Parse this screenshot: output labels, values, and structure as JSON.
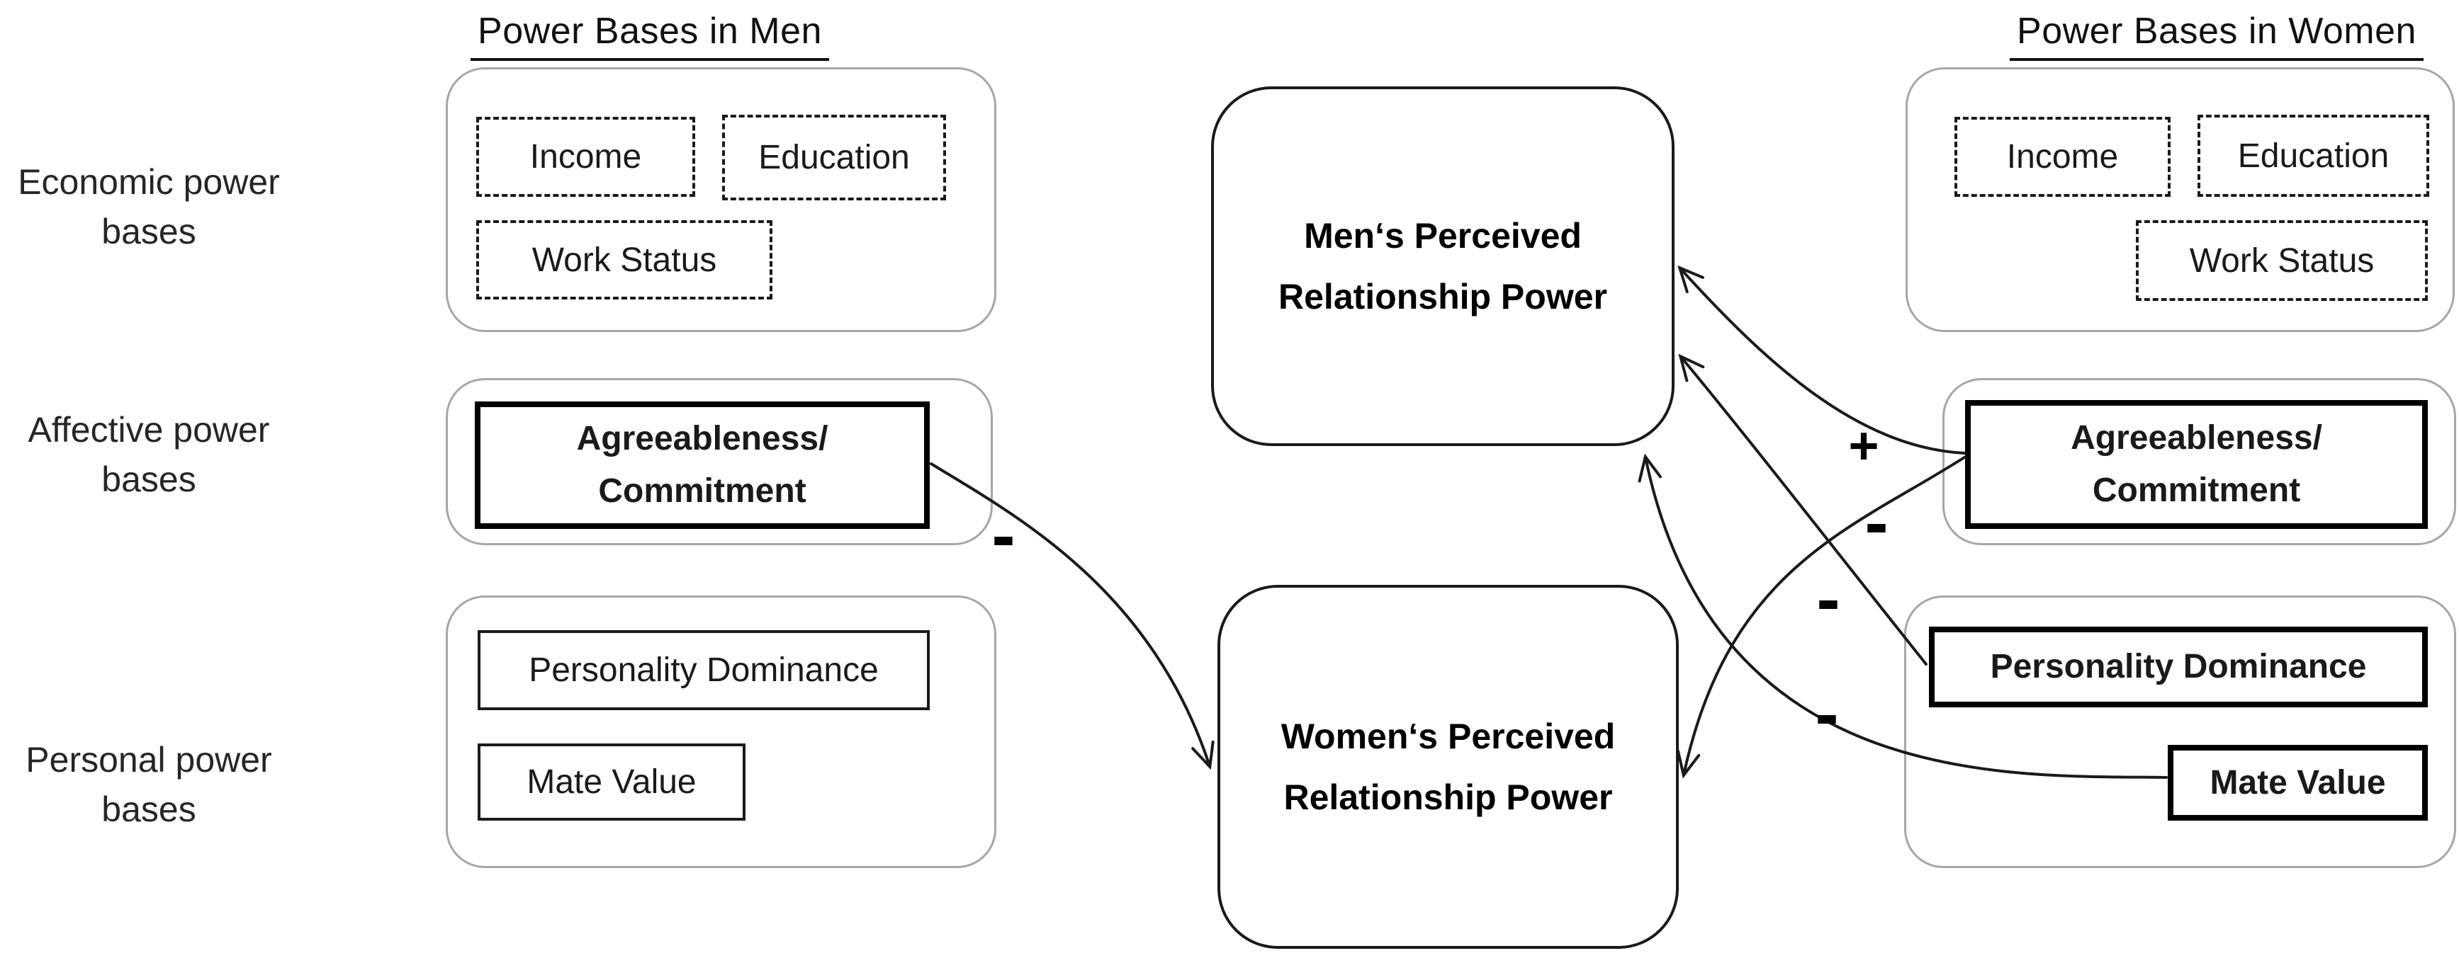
{
  "diagram": {
    "titles": {
      "men": "Power Bases in Men",
      "women": "Power Bases in Women"
    },
    "row_labels": {
      "economic": {
        "line1": "Economic power",
        "line2": "bases"
      },
      "affective": {
        "line1": "Affective power",
        "line2": "bases"
      },
      "personal": {
        "line1": "Personal power",
        "line2": "bases"
      }
    },
    "men_power_bases": {
      "economic": {
        "income": "Income",
        "education": "Education",
        "work_status": "Work Status"
      },
      "affective": {
        "agreeableness_line1": "Agreeableness/",
        "agreeableness_line2": "Commitment"
      },
      "personal": {
        "personality_dominance": "Personality Dominance",
        "mate_value": "Mate Value"
      }
    },
    "women_power_bases": {
      "economic": {
        "income": "Income",
        "education": "Education",
        "work_status": "Work Status"
      },
      "affective": {
        "agreeableness_line1": "Agreeableness/",
        "agreeableness_line2": "Commitment"
      },
      "personal": {
        "personality_dominance": "Personality Dominance",
        "mate_value": "Mate Value"
      }
    },
    "outcomes": {
      "men": {
        "line1": "Men‘s Perceived",
        "line2": "Relationship Power"
      },
      "women": {
        "line1": "Women‘s Perceived",
        "line2": "Relationship Power"
      }
    },
    "arrows": {
      "men_agreeableness_to_women_power": {
        "sign": "-"
      },
      "women_agreeableness_to_men_power": {
        "sign": "+"
      },
      "women_agreeableness_to_women_power": {
        "sign": "-"
      },
      "women_personality_dominance_to_men_power": {
        "sign": "-"
      },
      "women_mate_value_to_men_power": {
        "sign": "-"
      }
    },
    "colors": {
      "box_border": "#000000",
      "container_border": "#a6a6a6",
      "text": "#1a1a1a",
      "background": "#ffffff"
    }
  }
}
